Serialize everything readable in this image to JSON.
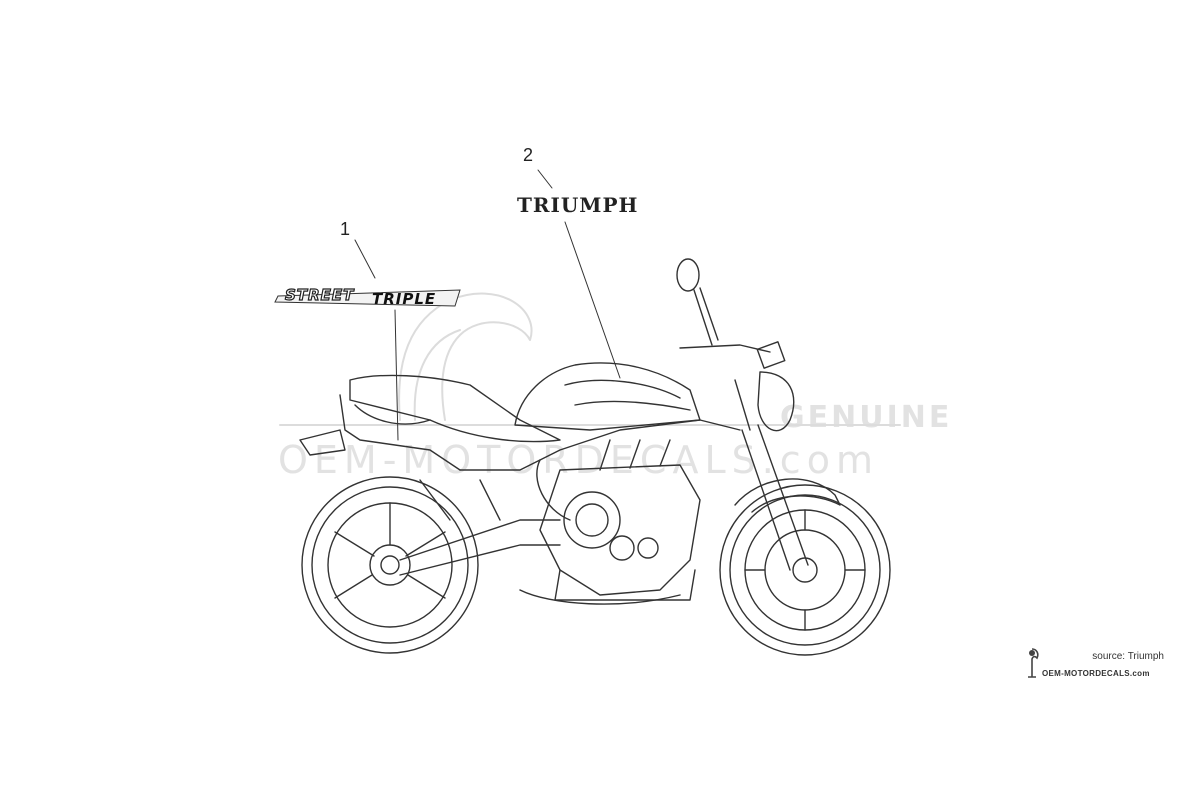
{
  "callouts": [
    {
      "number": "1"
    },
    {
      "number": "2"
    }
  ],
  "decals": {
    "street_triple": {
      "text_street": "STREET",
      "text_triple": "TRIPLE"
    },
    "triumph": {
      "text": "TRIUMPH"
    }
  },
  "watermark": {
    "genuine": "GENUINE",
    "site": "OEM-MOTORDECALS.com"
  },
  "credit": {
    "source": "source: Triumph",
    "site": "OEM-MOTORDECALS.com",
    "logo_icon": "helmet-mascot-icon"
  },
  "colors": {
    "line": "#333333",
    "watermark": "#e2e2e2",
    "background": "#ffffff"
  }
}
